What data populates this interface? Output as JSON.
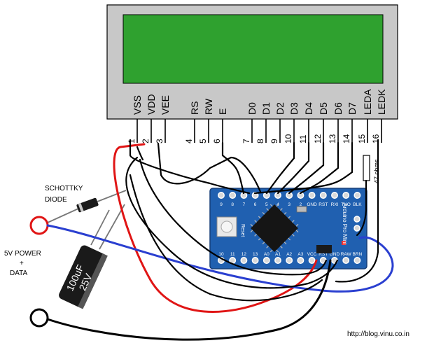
{
  "lcd": {
    "pins": [
      {
        "number": "1",
        "name": "VSS"
      },
      {
        "number": "2",
        "name": "VDD"
      },
      {
        "number": "3",
        "name": "VEE"
      },
      {
        "number": "4",
        "name": "RS"
      },
      {
        "number": "5",
        "name": "RW"
      },
      {
        "number": "6",
        "name": "E"
      },
      {
        "number": "7",
        "name": "D0"
      },
      {
        "number": "8",
        "name": "D1"
      },
      {
        "number": "9",
        "name": "D2"
      },
      {
        "number": "10",
        "name": "D3"
      },
      {
        "number": "11",
        "name": "D4"
      },
      {
        "number": "12",
        "name": "D5"
      },
      {
        "number": "13",
        "name": "D6"
      },
      {
        "number": "14",
        "name": "D7"
      },
      {
        "number": "15",
        "name": "LEDA"
      },
      {
        "number": "16",
        "name": "LEDK"
      }
    ],
    "screen_color": "#2fa12f",
    "body_color": "#c8c8c8"
  },
  "labels": {
    "diode_line1": "SCHOTTKY",
    "diode_line2": "DIODE",
    "power_line1": "5V POWER",
    "power_line2": "+",
    "power_line3": "DATA",
    "resistor": "47 ohms",
    "url": "http://blog.vinu.co.in"
  },
  "board": {
    "color": "#2060b0",
    "top_pins": [
      "9",
      "8",
      "7",
      "6",
      "5",
      "4",
      "3",
      "2",
      "GND",
      "RST",
      "RXI",
      "TXO",
      "BLK"
    ],
    "bottom_pins": [
      "10",
      "11",
      "12",
      "13",
      "A0",
      "A1",
      "A2",
      "A3",
      "VCC",
      "RST",
      "GND",
      "RAW",
      "BRN"
    ],
    "brand_text": "Arduino Pro Mini",
    "reset_text": "Reset"
  },
  "capacitor": {
    "value": "100uF",
    "voltage": "25V"
  },
  "wire_colors": {
    "power": "#e01515",
    "data": "#2a3fd0",
    "ground": "#000000"
  }
}
